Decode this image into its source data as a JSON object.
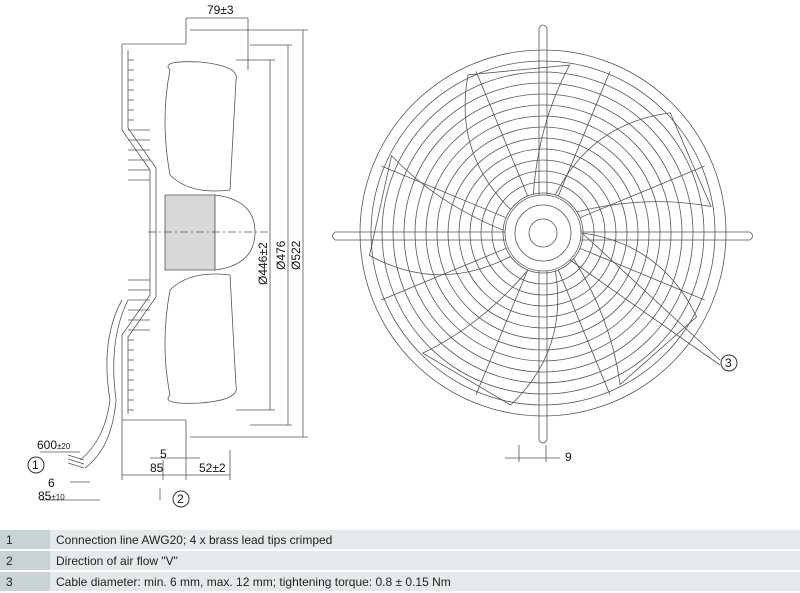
{
  "dimensions": {
    "d79": "79±3",
    "d446": "Ø446±2",
    "d476": "Ø476",
    "d522": "Ø522",
    "d600": "600",
    "d600tol": "±20",
    "d6": "6",
    "d85tol": "85",
    "d85tolv": "±10",
    "d5": "5",
    "d85": "85",
    "d52": "52±2",
    "d9": "9"
  },
  "callouts": {
    "c1": "1",
    "c2": "2",
    "c3": "3"
  },
  "legend": [
    {
      "num": "1",
      "text": "Connection line AWG20; 4 x brass lead tips crimped"
    },
    {
      "num": "2",
      "text": "Direction of air flow \"V\""
    },
    {
      "num": "3",
      "text": "Cable diameter: min. 6 mm, max. 12 mm; tightening torque: 0.8 ± 0.15 Nm"
    }
  ]
}
